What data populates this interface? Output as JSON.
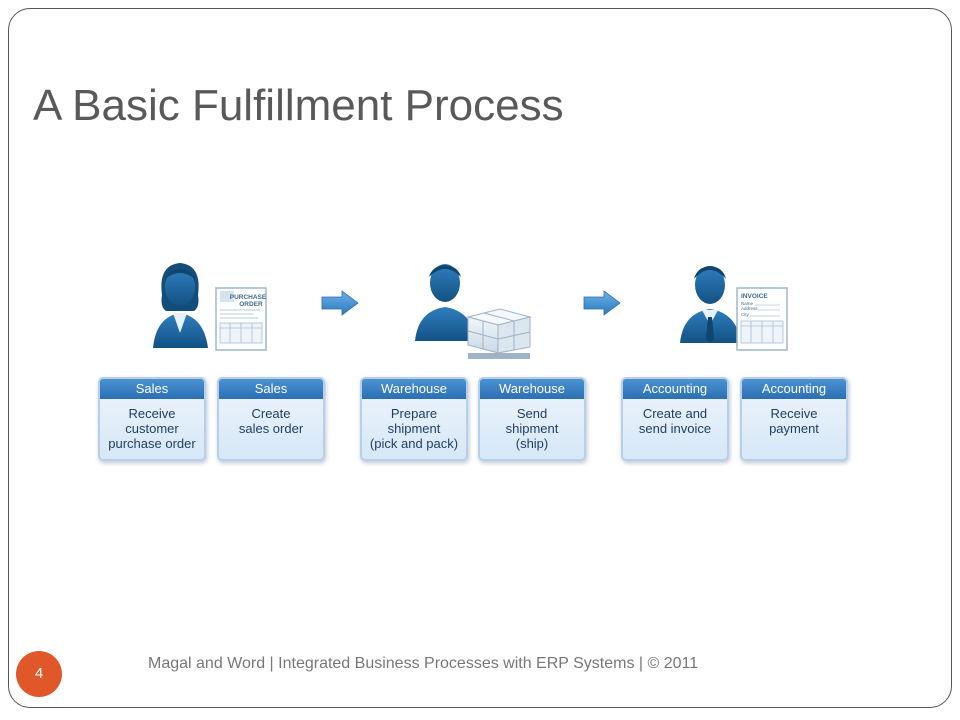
{
  "slide": {
    "title": "A Basic Fulfillment Process",
    "footer": "Magal and Word | Integrated Business Processes with ERP Systems | © 2011",
    "page_number": "4"
  },
  "process": {
    "steps": [
      {
        "department": "Sales",
        "text": "Receive\ncustomer\npurchase order"
      },
      {
        "department": "Sales",
        "text": "Create\nsales order"
      },
      {
        "department": "Warehouse",
        "text": "Prepare\nshipment\n(pick and pack)"
      },
      {
        "department": "Warehouse",
        "text": "Send\nshipment\n(ship)"
      },
      {
        "department": "Accounting",
        "text": "Create and\nsend invoice"
      },
      {
        "department": "Accounting",
        "text": "Receive\npayment"
      }
    ],
    "documents": {
      "purchase_order": {
        "title_line1": "PURCHASE",
        "title_line2": "ORDER"
      },
      "invoice": {
        "title": "INVOICE",
        "name_label": "Name",
        "address_label": "Address",
        "city_label": "City"
      }
    }
  },
  "colors": {
    "title_text": "#595959",
    "box_header": "#2c6fb4",
    "box_body_text": "#1f3f66",
    "person": "#1a5f94",
    "arrow": "#3b8ed0",
    "badge": "#e0572a"
  }
}
